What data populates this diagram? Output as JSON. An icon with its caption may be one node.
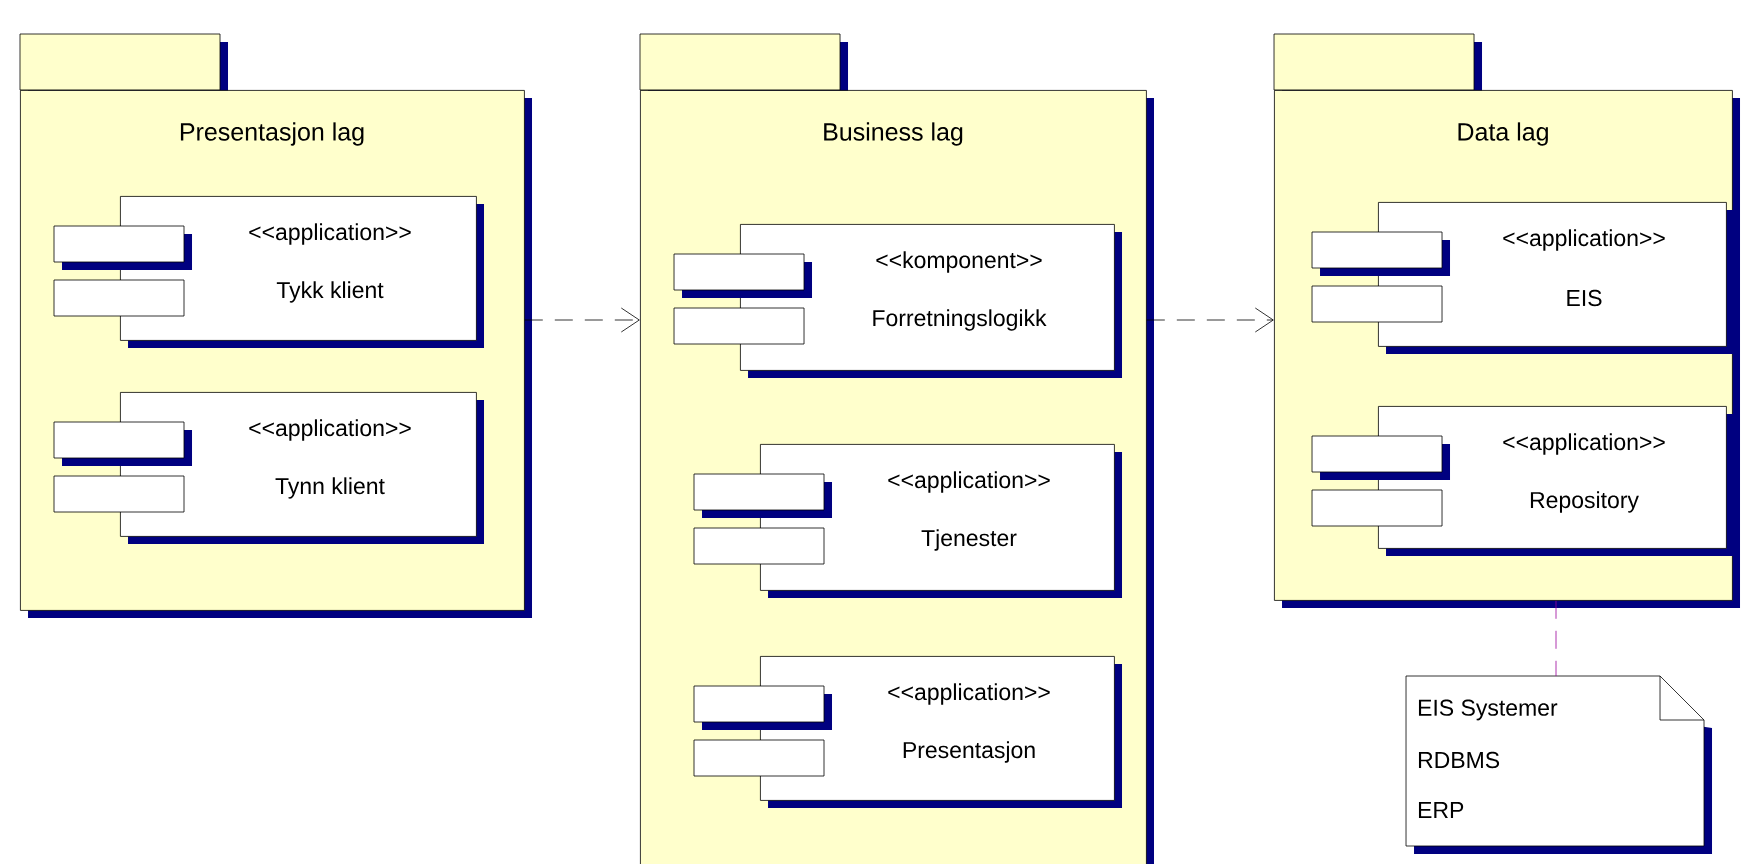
{
  "diagram": {
    "nodes": [
      {
        "text": [
          "Presentasjon lag"
        ]
      },
      {
        "text": [
          "<<application>>",
          "Tykk klient"
        ],
        "in": 0
      },
      {
        "text": [
          "<<application>>",
          "Tynn klient"
        ],
        "in": 0
      },
      {
        "text": [
          "Business lag"
        ]
      },
      {
        "text": [
          "<<komponent>>",
          "Forretningslogikk"
        ],
        "in": 3
      },
      {
        "text": [
          "<<application>>",
          "Tjenester"
        ],
        "in": 3
      },
      {
        "text": [
          "<<application>>",
          "Presentasjon"
        ],
        "in": 3
      },
      {
        "text": [
          "Data lag"
        ]
      },
      {
        "text": [
          "<<application>>",
          "EIS"
        ],
        "in": 7
      },
      {
        "text": [
          "<<application>>",
          "Repository"
        ],
        "in": 7
      },
      {
        "text": [
          "EIS Systemer",
          "RDBMS",
          "ERP"
        ]
      }
    ],
    "edges": [
      {
        "from": 0,
        "to": 3,
        "arrow": "to",
        "style": "dashed"
      },
      {
        "from": 3,
        "to": 7,
        "arrow": "to",
        "style": "dashed"
      },
      {
        "from": 7,
        "to": 10,
        "arrow": "none",
        "style": "dashed",
        "color": "#990099"
      }
    ]
  }
}
